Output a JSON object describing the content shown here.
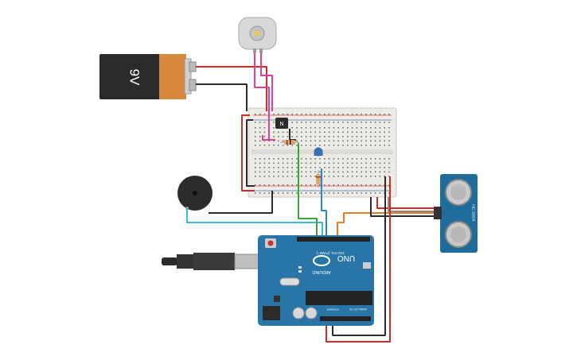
{
  "battery": {
    "voltage_label": "9V",
    "body_color": "#2a2a2a",
    "cap_color": "#d9893d"
  },
  "motor": {
    "name": "dc-motor"
  },
  "transistor": {
    "marking": "N"
  },
  "arduino": {
    "brand": "ARDUINO",
    "model": "UNO",
    "power_header": "POWER",
    "analog_header": "ANALOG IN",
    "digital_header": "DIGITAL (PWM~)",
    "board_color": "#2a75a8"
  },
  "sensor": {
    "label": "HC-SR04",
    "board_color": "#1f6b9a"
  },
  "wire_colors": {
    "red": "#d42a2a",
    "black": "#2b2b2b",
    "pink": "#e0409a",
    "green": "#3da33d",
    "blue": "#2f86c9",
    "orange": "#e77c22",
    "cyan": "#41b5d6",
    "gray": "#7a7a7a"
  },
  "breadboard": {
    "rail_red": "#d44",
    "rail_blue": "#47a"
  }
}
